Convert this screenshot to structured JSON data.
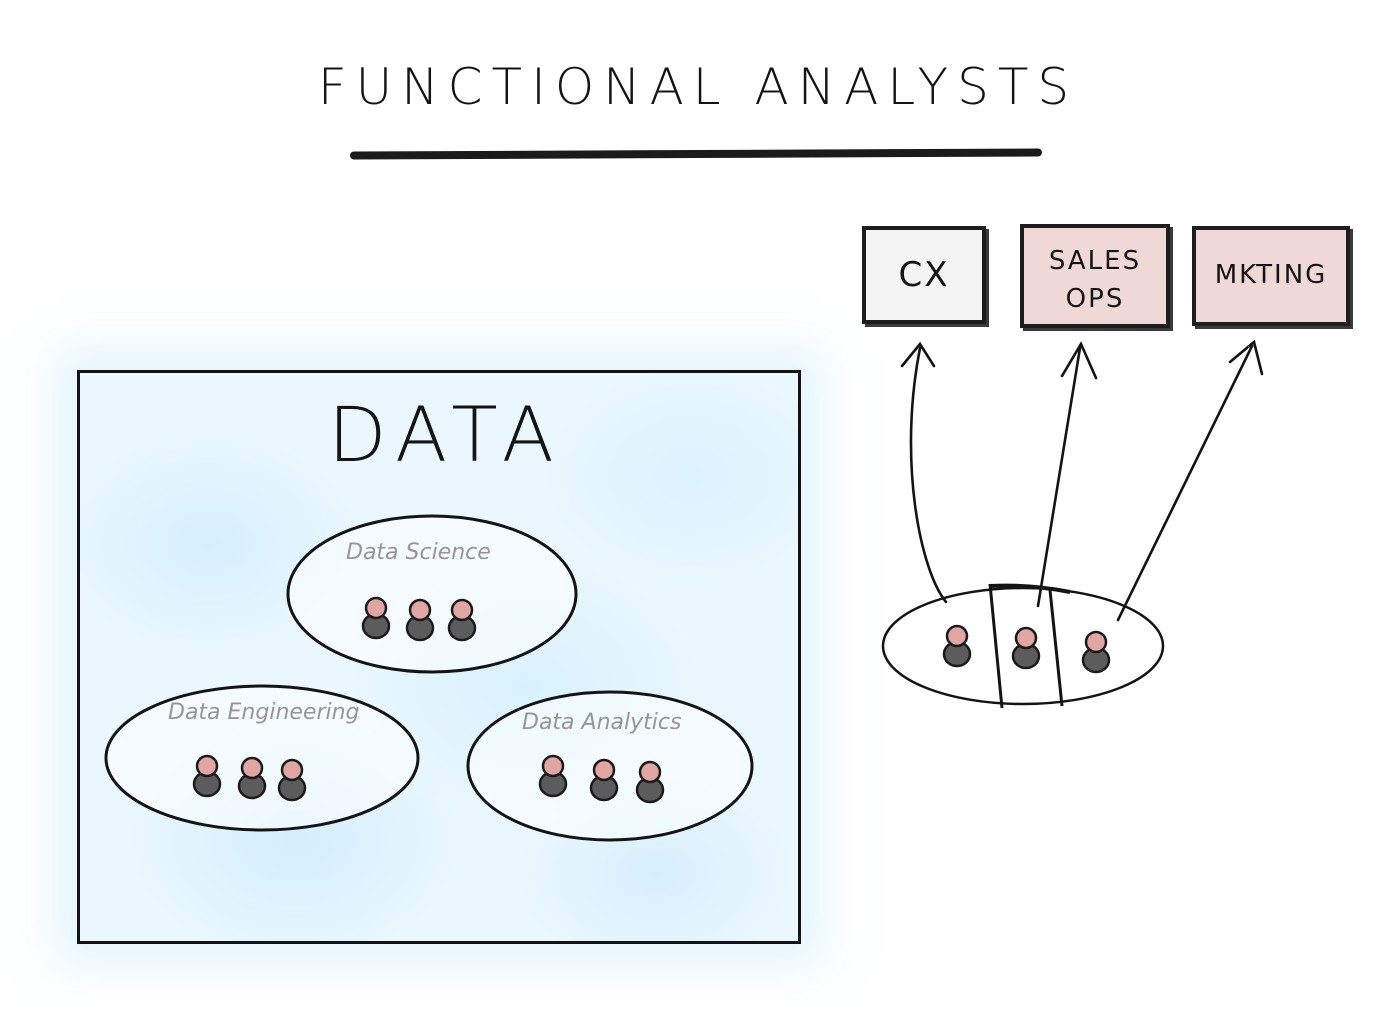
{
  "title": "FUNCTIONAL ANALYSTS",
  "data_panel": {
    "title": "DATA",
    "teams": [
      {
        "name": "Data Science",
        "people": 3
      },
      {
        "name": "Data Engineering",
        "people": 3
      },
      {
        "name": "Data Analytics",
        "people": 3
      }
    ]
  },
  "functions": [
    {
      "label": "CX",
      "fill": "#f3f3f3"
    },
    {
      "label_line1": "SALES",
      "label_line2": "OPS",
      "fill": "#f0d8d6"
    },
    {
      "label": "MKTING",
      "fill": "#f0d8d6"
    }
  ],
  "analyst_group": {
    "people": 3
  },
  "colors": {
    "ink": "#151515",
    "panel_fill": "#e4f5fe",
    "person_head": "#e3a8a4",
    "person_body": "#5a5a5a",
    "box_pink": "#f0d8d6"
  }
}
